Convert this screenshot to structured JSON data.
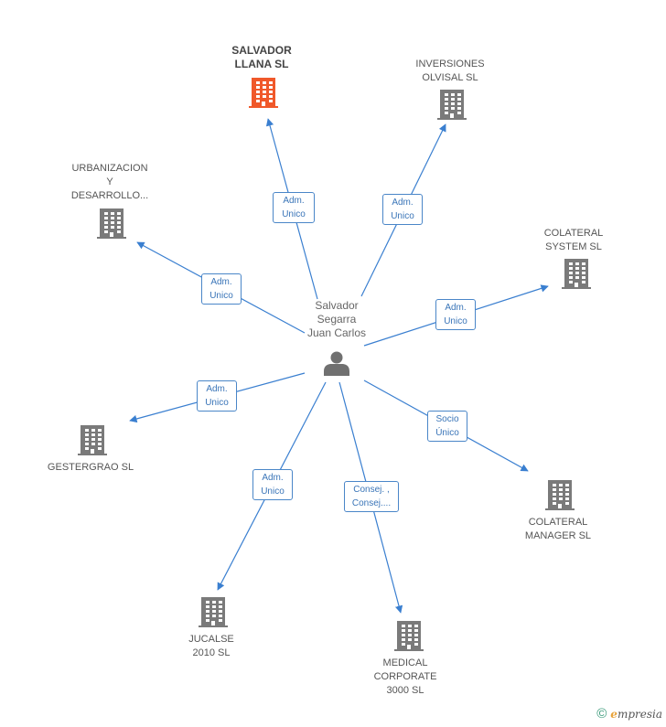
{
  "center": {
    "name_lines": [
      "Salvador",
      "Segarra",
      "Juan Carlos"
    ],
    "icon": "person-icon",
    "color": "#707070"
  },
  "colors": {
    "edge": "#3a7fd0",
    "building": "#7a7a7a",
    "highlight": "#f0582a"
  },
  "companies": [
    {
      "id": "salvador-llana",
      "lines": [
        "SALVADOR",
        "LLANA SL"
      ],
      "highlight": true,
      "relation": [
        "Adm.",
        "Unico"
      ]
    },
    {
      "id": "inversiones-olvisal",
      "lines": [
        "INVERSIONES",
        "OLVISAL SL"
      ],
      "highlight": false,
      "relation": [
        "Adm.",
        "Unico"
      ]
    },
    {
      "id": "urbanizacion",
      "lines": [
        "URBANIZACION",
        "Y",
        "DESARROLLO..."
      ],
      "highlight": false,
      "relation": [
        "Adm.",
        "Unico"
      ]
    },
    {
      "id": "colateral-system",
      "lines": [
        "COLATERAL",
        "SYSTEM SL"
      ],
      "highlight": false,
      "relation": [
        "Adm.",
        "Unico"
      ]
    },
    {
      "id": "gestergrao",
      "lines": [
        "GESTERGRAO SL"
      ],
      "highlight": false,
      "relation": [
        "Adm.",
        "Unico"
      ]
    },
    {
      "id": "colateral-manager",
      "lines": [
        "COLATERAL",
        "MANAGER SL"
      ],
      "highlight": false,
      "relation": [
        "Socio",
        "Único"
      ]
    },
    {
      "id": "jucalse",
      "lines": [
        "JUCALSE",
        "2010 SL"
      ],
      "highlight": false,
      "relation": [
        "Adm.",
        "Unico"
      ]
    },
    {
      "id": "medical-corporate",
      "lines": [
        "MEDICAL",
        "CORPORATE",
        "3000 SL"
      ],
      "highlight": false,
      "relation": [
        "Consej. ,",
        "Consej...."
      ]
    }
  ],
  "footer": {
    "copyright": "©",
    "brand_e": "e",
    "brand_rest": "mpresia"
  }
}
